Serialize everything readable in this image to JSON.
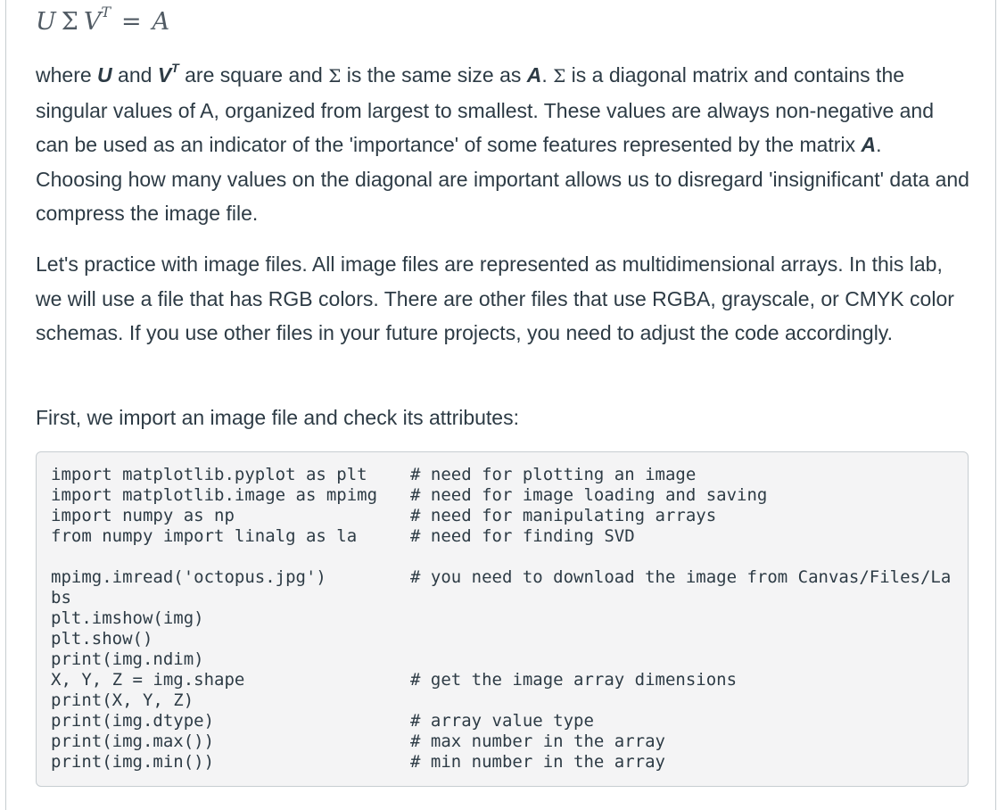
{
  "equation": {
    "U": "U",
    "Sigma": "Σ",
    "V": "V",
    "T": "T",
    "equals": "=",
    "A": "A"
  },
  "paragraph1": {
    "t1": "where ",
    "U": "U",
    "t2": " and ",
    "V": "V",
    "T": "T",
    "t3": " are square and ",
    "Sigma1": "Σ",
    "t4": " is the same size as ",
    "A1": "A",
    "t5": ". ",
    "Sigma2": "Σ",
    "t6": " is a diagonal matrix and contains the singular values of  A, organized from largest to smallest. These values are always non-negative and can be used as an indicator of the 'importance' of some features represented by the matrix ",
    "A2": "A",
    "t7": ". Choosing how many values on the diagonal are important allows us to disregard 'insignificant' data and compress the image file."
  },
  "paragraph2": "Let's practice with image files. All image files are represented as multidimensional arrays. In this lab, we will use a file that has RGB colors. There are other files that use RGBA, grayscale, or CMYK color schemas. If you use other files in your future projects, you need to adjust the code accordingly.",
  "paragraph3": "First, we import an image file and check its attributes:",
  "code": {
    "lines": [
      "import matplotlib.pyplot as plt",
      "import matplotlib.image as mpimg",
      "import numpy as np",
      "from numpy import linalg as la",
      "mpimg.imread('octopus.jpg')",
      "bs",
      "plt.imshow(img)",
      "plt.show()",
      "print(img.ndim)",
      "X, Y, Z = img.shape",
      "print(X, Y, Z)",
      "print(img.dtype)",
      "print(img.max())",
      "print(img.min())"
    ],
    "comments": [
      "# need for plotting an image",
      "# need for image loading and saving",
      "# need for manipulating arrays",
      "# need for finding SVD",
      "# you need to download the image from Canvas/Files/La",
      "# get the image array dimensions",
      "# array value type",
      "# max number in the array",
      "# min number in the array"
    ]
  }
}
